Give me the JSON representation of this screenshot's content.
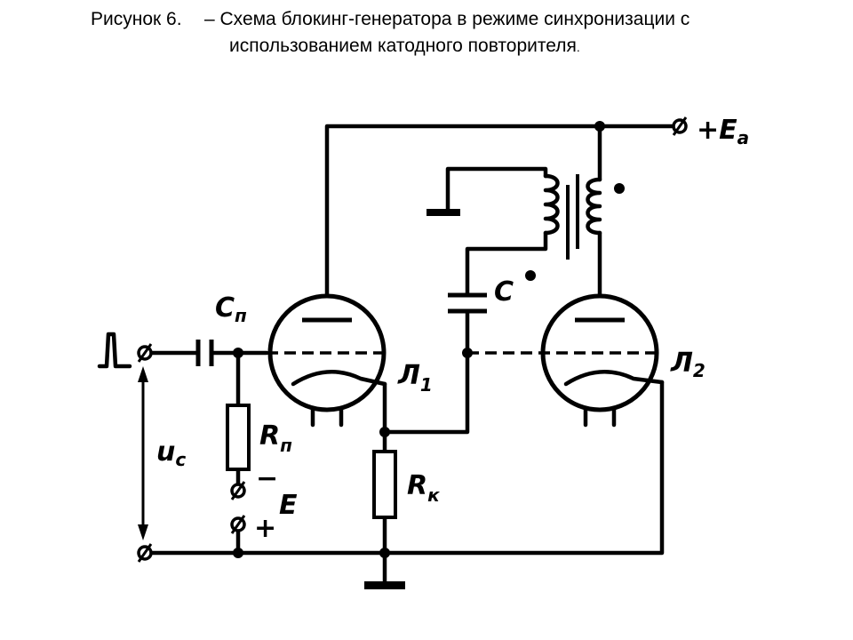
{
  "caption": {
    "number": "Рисунок 6.",
    "line1": "– Схема блокинг-генератора в режиме синхронизации с",
    "line2": "использованием катодного повторителя",
    "line2_end": "."
  },
  "labels": {
    "supply": "+E",
    "supply_sub": "a",
    "sync_cap": "C",
    "sync_cap_sub": "п",
    "timing_cap": "C",
    "tube1": "Л",
    "tube1_sub": "1",
    "tube2": "Л",
    "tube2_sub": "2",
    "grid_resistor": "R",
    "grid_resistor_sub": "п",
    "cathode_resistor": "R",
    "cathode_resistor_sub": "к",
    "sync_voltage": "u",
    "sync_voltage_sub": "c",
    "bias_minus": "−",
    "bias_e": "E",
    "bias_plus": "+"
  },
  "colors": {
    "ink": "#000000",
    "background": "#ffffff"
  }
}
